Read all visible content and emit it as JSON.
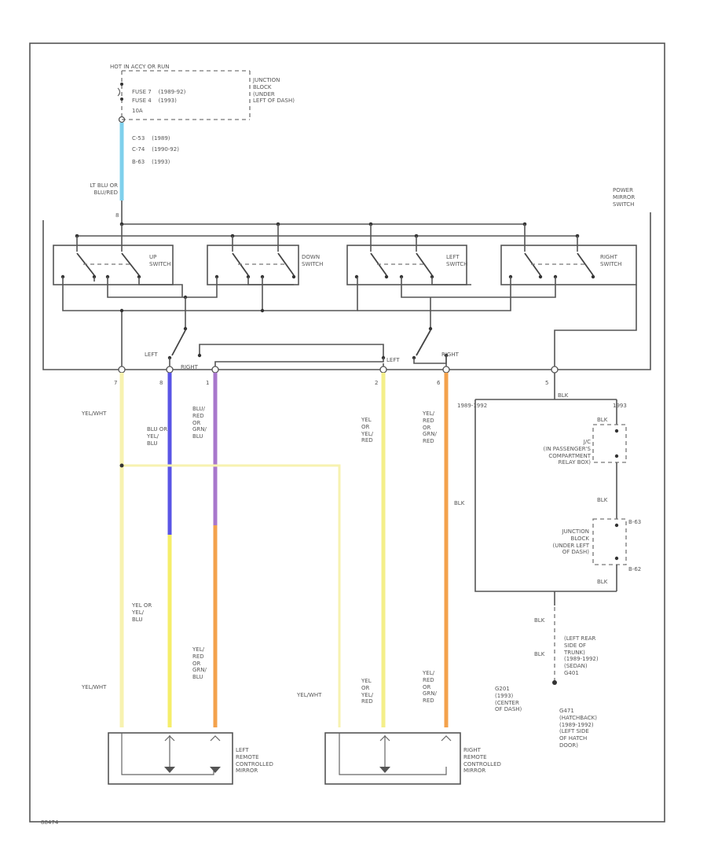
{
  "supply": {
    "source": "HOT IN ACCY OR RUN",
    "fuses": [
      "FUSE 7    (1989-92)",
      "FUSE 4    (1993)",
      "10A"
    ],
    "junction_block": "JUNCTION\nBLOCK\n(UNDER\nLEFT OF DASH)",
    "connectors": [
      "C-53    (1989)",
      "C-74    (1990-92)",
      "B-63    (1993)"
    ],
    "wire_color": "LT BLU OR\nBLU/RED"
  },
  "power_mirror_switch": {
    "title": "POWER\nMIRROR\nSWITCH",
    "switches": [
      "UP\nSWITCH",
      "DOWN\nSWITCH",
      "LEFT\nSWITCH",
      "RIGHT\nSWITCH"
    ],
    "selector_labels": [
      "LEFT",
      "RIGHT",
      "LEFT",
      "RIGHT"
    ],
    "pin_numbers": [
      "7",
      "8",
      "1",
      "2",
      "6",
      "5"
    ]
  },
  "wires": {
    "yel_wht": "YEL/WHT",
    "blu_or_yel_blu": "BLU OR\nYEL/\nBLU",
    "blu_red_or_grn_blu": "BLU/\nRED\nOR\nGRN/\nBLU",
    "yel_or_yel_red": "YEL\nOR\nYEL/\nRED",
    "yel_red_or_grn_red": "YEL/\nRED\nOR\nGRN/\nRED",
    "blk": "BLK",
    "yel_or_yel_blu": "YEL OR\nYEL/\nBLU",
    "yel_red_or_grn_blu": "YEL/\nRED\nOR\nGRN/\nBLU",
    "yel_wht_right": "YEL/WHT",
    "yel_or_yel_red_right": "YEL\nOR\nYEL/\nRED",
    "yel_red_or_grn_red_right": "YEL/\nRED\nOR\nGRN/\nRED"
  },
  "ground_path": {
    "blk_top": "BLK",
    "years": [
      "1989-1992",
      "1993"
    ],
    "relay_box": "J/C\n(IN PASSENGER'S\nCOMPARTMENT\nRELAY BOX)",
    "junction_block": "JUNCTION\nBLOCK\n(UNDER LEFT\nOF DASH)",
    "connectors": [
      "B-63",
      "B-62"
    ],
    "blk_labels": [
      "BLK",
      "BLK",
      "BLK",
      "BLK",
      "BLK"
    ],
    "g_left": "G201\n(1993)\n(CENTER\nOF DASH)",
    "g_right_top": "(LEFT REAR\nSIDE OF\nTRUNK)\n(1989-1992)\n(SEDAN)\nG401",
    "g_right_bottom": "G471\n(HATCHBACK)\n(1989-1992)\n(LEFT SIDE\nOF HATCH\nDOOR)"
  },
  "mirrors": {
    "left": "LEFT\nREMOTE\nCONTROLLED\nMIRROR",
    "right": "RIGHT\nREMOTE\nCONTROLLED\nMIRROR"
  },
  "figure_id": "88474",
  "colors": {
    "line": "#555555",
    "lt_blue": "#7fd0ec",
    "blue": "#5a55e6",
    "purple": "#a877cc",
    "yellow": "#f2ef8a",
    "orange": "#f3a24c",
    "pale_yellow": "#f7f2b0"
  }
}
